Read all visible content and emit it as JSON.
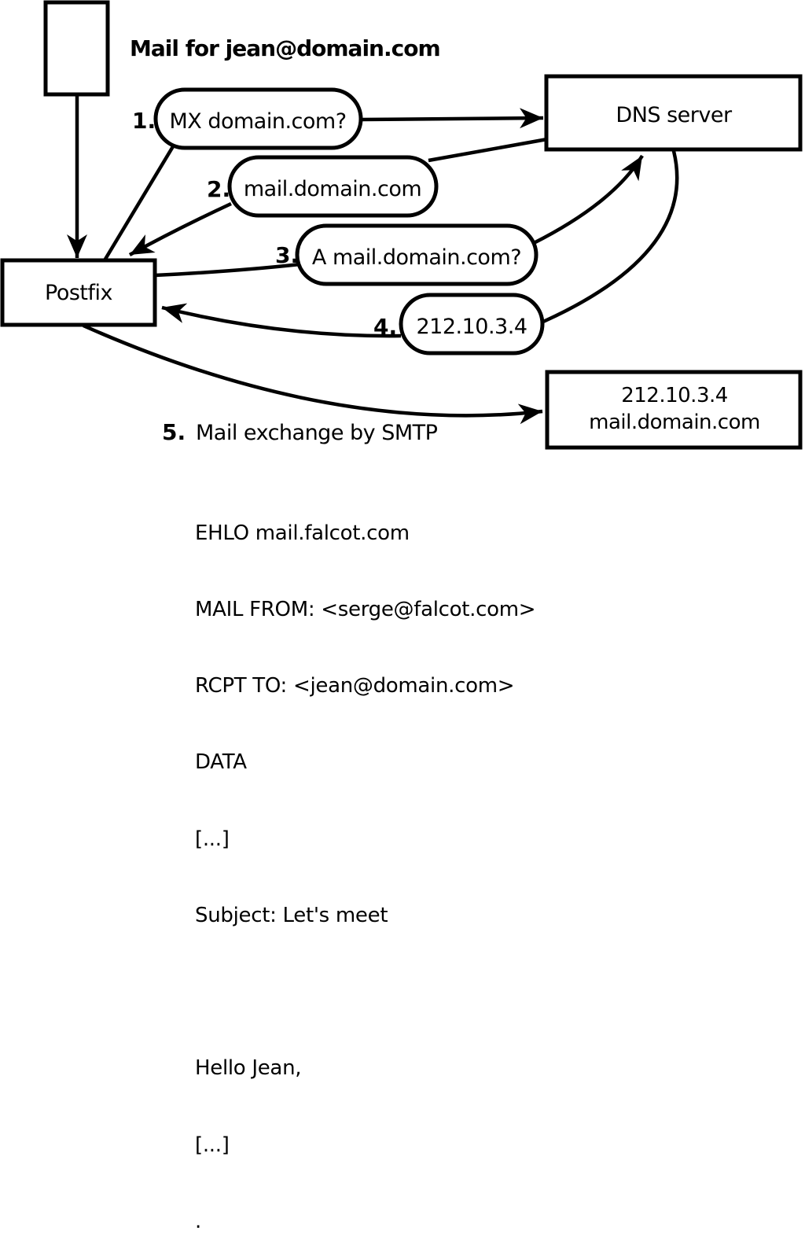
{
  "figure": {
    "title": "Mail for jean@domain.com",
    "background": "#ffffff",
    "stroke_color": "#000000"
  },
  "nodes": {
    "postfix": {
      "label": "Postfix"
    },
    "dns_server": {
      "label": "DNS server"
    },
    "mail_server": {
      "line1": "212.10.3.4",
      "line2": "mail.domain.com"
    }
  },
  "steps": [
    {
      "number": "1.",
      "label": "MX domain.com?"
    },
    {
      "number": "2.",
      "label": "mail.domain.com"
    },
    {
      "number": "3.",
      "label": "A mail.domain.com?"
    },
    {
      "number": "4.",
      "label": "212.10.3.4"
    },
    {
      "number": "5.",
      "label": "Mail exchange by SMTP"
    }
  ],
  "smtp_session": {
    "lines": [
      "EHLO mail.falcot.com",
      "MAIL FROM: <serge@falcot.com>",
      "RCPT TO: <jean@domain.com>",
      "DATA",
      "[...]",
      "Subject: Let's meet",
      "",
      "Hello Jean,",
      "[...]",
      "."
    ]
  }
}
